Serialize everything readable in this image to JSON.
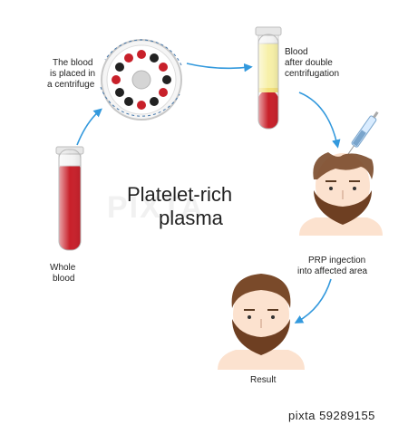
{
  "title": {
    "line1": "Platelet-rich",
    "line2": "plasma"
  },
  "steps": {
    "whole_blood": {
      "line1": "Whole",
      "line2": "blood"
    },
    "centrifuge": {
      "line1": "The blood",
      "line2": "is placed in",
      "line3": "a centrifuge"
    },
    "double_centrifugation": {
      "line1": "Blood",
      "line2": "after double",
      "line3": "centrifugation"
    },
    "injection": {
      "line1": "PRP ingection",
      "line2": "into affected area"
    },
    "result": {
      "label": "Result"
    }
  },
  "footer": {
    "source": "pixta  59289155"
  },
  "colors": {
    "blood": "#c8202a",
    "plasma": "#f7f0a8",
    "arrow": "#3399dd",
    "skin": "#fce2cf",
    "hair": "#7a4a2a",
    "beard": "#6e3f22"
  },
  "icons": {
    "arrow": "curved-arrow-icon",
    "tube": "test-tube-icon",
    "centrifuge": "centrifuge-icon",
    "syringe": "syringe-icon",
    "face": "man-face-icon"
  }
}
